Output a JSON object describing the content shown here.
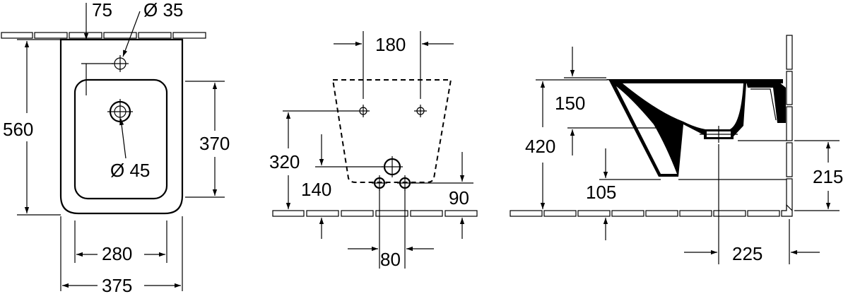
{
  "drawing": {
    "front_view": {
      "dim_tap_offset": "75",
      "dim_tap_hole": "Ø 35",
      "dim_height": "560",
      "dim_bowl_height": "370",
      "dim_drain": "Ø 45",
      "dim_bowl_width": "280",
      "dim_width": "375"
    },
    "wall_view": {
      "dim_bolt_spacing": "180",
      "dim_bolt_height": "320",
      "dim_drain_height": "140",
      "dim_supply_height": "90",
      "dim_supply_spacing": "80"
    },
    "side_view": {
      "dim_top_offset": "150",
      "dim_rim_height": "420",
      "dim_trap_height": "105",
      "dim_outlet_height": "215",
      "dim_outlet_distance": "225"
    }
  }
}
